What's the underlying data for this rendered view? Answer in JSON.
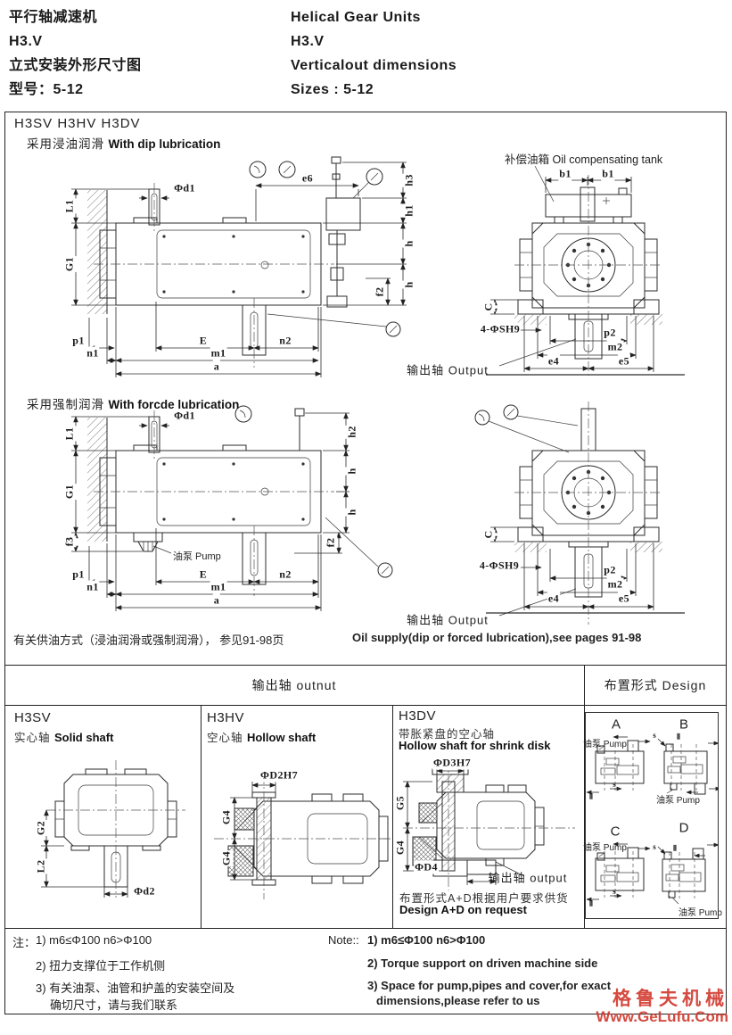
{
  "header": {
    "zh_lines": [
      "平行轴减速机",
      "H3.V",
      "立式安装外形尺寸图",
      "型号：5-12"
    ],
    "en_lines": [
      "Helical Gear Units",
      "H3.V",
      "Verticalout dimensions",
      "Sizes : 5-12"
    ]
  },
  "sections": {
    "dip": {
      "models": "H3SV  H3HV   H3DV",
      "title_zh": "采用浸油润滑",
      "title_en": "With dip lubrication"
    },
    "forced": {
      "title_zh": "采用强制润滑",
      "title_en": "With forcde lubrication"
    },
    "oil_note_zh": "有关供油方式（浸油润滑或强制润滑）， 参见91-98页",
    "oil_note_en": "Oil supply(dip or forced lubrication),see pages 91-98"
  },
  "labels": {
    "tank": "补偿油箱 Oil compensating tank",
    "output": "输出轴  Output",
    "output_lower": "输出轴  output",
    "pump": "油泵 Pump"
  },
  "dims": {
    "L1": "L1",
    "G1": "G1",
    "d1": "Φd1",
    "e6": "e6",
    "h3": "h3",
    "h1": "h1",
    "h": "h",
    "h2": "h2",
    "f2": "f2",
    "f3": "f3",
    "p1": "p1",
    "n1": "n1",
    "E": "E",
    "m1": "m1",
    "a": "a",
    "n2": "n2",
    "b1": "b1",
    "C": "C",
    "sh9": "4-ΦSH9",
    "p2": "p2",
    "m2": "m2",
    "e4": "e4",
    "e5": "e5",
    "G2": "G2",
    "L2": "L2",
    "d2": "Φd2",
    "D2H7": "ΦD2H7",
    "G4": "G4",
    "D3H7": "ΦD3H7",
    "G5": "G5",
    "D4": "ΦD4"
  },
  "table": {
    "header_left": "输出轴  outnut",
    "header_right": "布置形式  Design",
    "columns": [
      {
        "model": "H3SV",
        "sub_zh": "实心轴",
        "sub_en": "Solid shaft"
      },
      {
        "model": "H3HV",
        "sub_zh": "空心轴",
        "sub_en": "Hollow shaft"
      },
      {
        "model": "H3DV",
        "sub_zh": "带胀紧盘的空心轴",
        "sub_en": "Hollow shaft for shrink disk"
      }
    ],
    "h3dv_note_zh": "布置形式A+D根据用户要求供货",
    "h3dv_note_en": "Design A+D on request"
  },
  "design": {
    "variants": [
      "A",
      "B",
      "C",
      "D"
    ],
    "mark_s": "s",
    "mark_ii": "Ⅱ"
  },
  "notes": {
    "zh_label": "注：",
    "zh_items": [
      "1)  m6≤Φ100  n6>Φ100",
      "2)  扭力支撑位于工作机侧",
      "3)  有关油泵、油管和护盖的安装空间及",
      "确切尺寸，请与我们联系"
    ],
    "en_label": "Note::",
    "en_items": [
      "1)  m6≤Φ100  n6>Φ100",
      "2)  Torque support on driven machine side",
      "3)  Space for pump,pipes and cover,for exact",
      "dimensions,please refer to us"
    ]
  },
  "watermark": {
    "zh": "格鲁夫机械",
    "en": "Www.GeLufu.Com",
    "color": "#d23b30"
  }
}
